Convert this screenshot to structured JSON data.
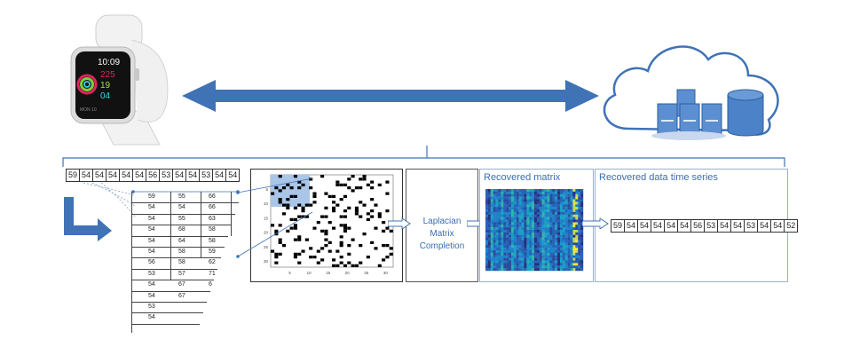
{
  "input_series": [
    "59",
    "54",
    "54",
    "54",
    "54",
    "54",
    "56",
    "53",
    "54",
    "54",
    "53",
    "54",
    "54"
  ],
  "output_series": [
    "59",
    "54",
    "54",
    "54",
    "54",
    "54",
    "56",
    "53",
    "54",
    "54",
    "53",
    "54",
    "54",
    "52"
  ],
  "sliced_table": {
    "rows": [
      [
        "59",
        "55",
        "66"
      ],
      [
        "54",
        "54",
        "66"
      ],
      [
        "54",
        "55",
        "63"
      ],
      [
        "54",
        "68",
        "58"
      ],
      [
        "54",
        "64",
        "58"
      ],
      [
        "54",
        "58",
        "59"
      ],
      [
        "56",
        "58",
        "62"
      ],
      [
        "53",
        "57",
        "71"
      ],
      [
        "54",
        "67",
        "6"
      ],
      [
        "54",
        "67",
        ""
      ],
      [
        "53",
        "",
        ""
      ],
      [
        "54",
        "",
        ""
      ]
    ]
  },
  "sparse_matrix_axis": {
    "x_ticks": [
      "5",
      "10",
      "15",
      "20",
      "25",
      "30"
    ],
    "y_ticks": [
      "5",
      "10",
      "15",
      "20",
      "25",
      "30"
    ]
  },
  "completion": {
    "label_line1": "Laplacian",
    "label_line2": "Matrix",
    "label_line3": "Completion"
  },
  "recovered_matrix": {
    "title": "Recovered matrix"
  },
  "recovered_series": {
    "title": "Recovered data time series"
  },
  "colors": {
    "arrow_blue": "#3f73b6",
    "accent": "#3a6fb0",
    "box_border": "#9ab0cf",
    "highlight": "#a9c6e8",
    "cloud_outline": "#3f73b6"
  },
  "icons": {
    "watch": "smartwatch-icon",
    "cloud": "cloud-server-icon",
    "bidirectional": "double-arrow-icon",
    "flow": "l-arrow-icon"
  }
}
